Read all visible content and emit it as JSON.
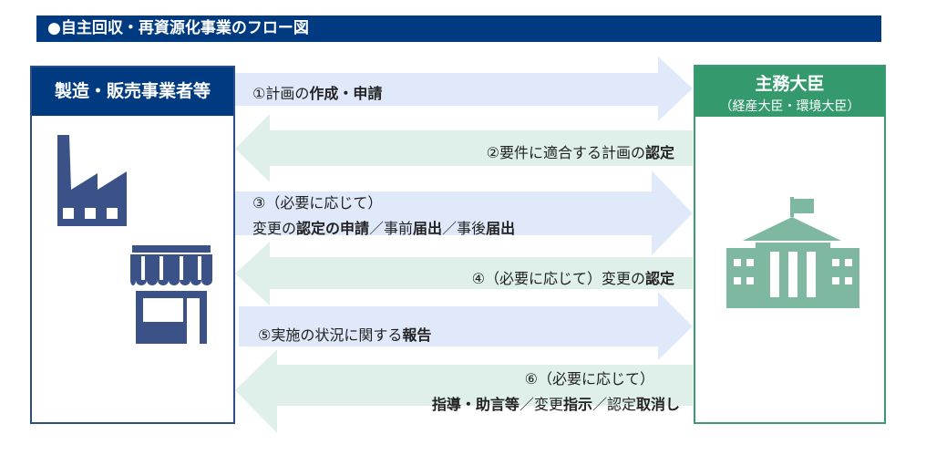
{
  "title": "●自主回収・再資源化事業のフロー図",
  "left_party": {
    "label": "製造・販売事業者等",
    "icons": [
      "factory-icon",
      "shop-icon"
    ]
  },
  "right_party": {
    "label": "主務大臣",
    "sublabel": "（経産大臣・環境大臣）",
    "icons": [
      "government-building-icon"
    ]
  },
  "steps": [
    {
      "direction": "right",
      "parts": [
        "①計画の",
        "作成・申請"
      ]
    },
    {
      "direction": "left",
      "parts": [
        "②要件に適合する計画の",
        "認定"
      ]
    },
    {
      "direction": "right",
      "line1": "③（必要に応じて）",
      "parts": [
        "変更の",
        "認定の申請",
        "／事前",
        "届出",
        "／事後",
        "届出"
      ]
    },
    {
      "direction": "left",
      "parts": [
        "④（必要に応じて）変更の",
        "認定"
      ]
    },
    {
      "direction": "right",
      "parts": [
        "⑤実施の状況に関する",
        "報告"
      ]
    },
    {
      "direction": "left",
      "line1": "⑥（必要に応じて）",
      "parts": [
        "指導・助言等",
        "／変更",
        "指示",
        "／認定",
        "取消し"
      ]
    }
  ],
  "colors": {
    "navy": "#003a80",
    "green": "#349a6e",
    "arrow_blue": "#dfe9fa",
    "arrow_green": "#dff0ea",
    "icon_blue": "#3a5288",
    "icon_green": "#7fb8a0"
  }
}
